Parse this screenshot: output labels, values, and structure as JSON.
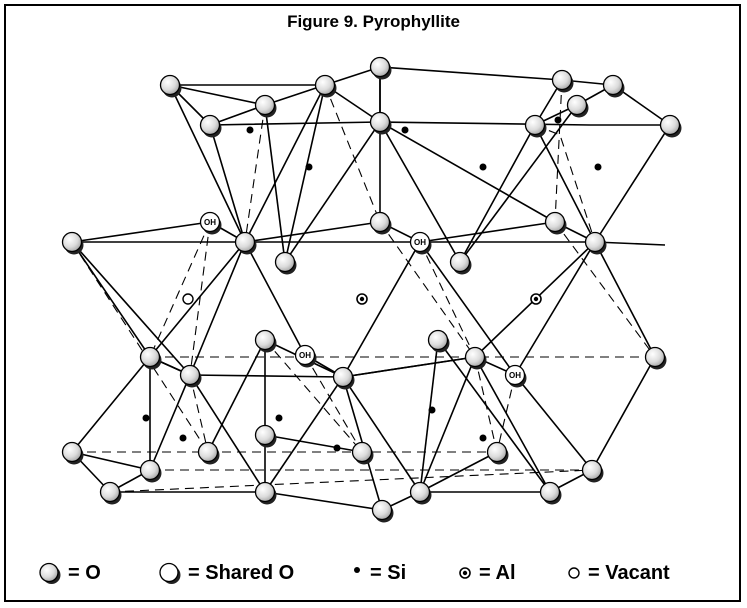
{
  "title": "Figure 9. Pyrophyllite",
  "hydroxyl_label": "OH",
  "legend": {
    "oxygen": "= O",
    "shared_oxygen": "= Shared O",
    "silicon": "= Si",
    "aluminum": "= Al",
    "vacant": "= Vacant"
  },
  "colors": {
    "line": "#000000",
    "atom_fill": "#e6e6e6",
    "atom_shade": "#3a3a3a",
    "background": "#ffffff"
  }
}
